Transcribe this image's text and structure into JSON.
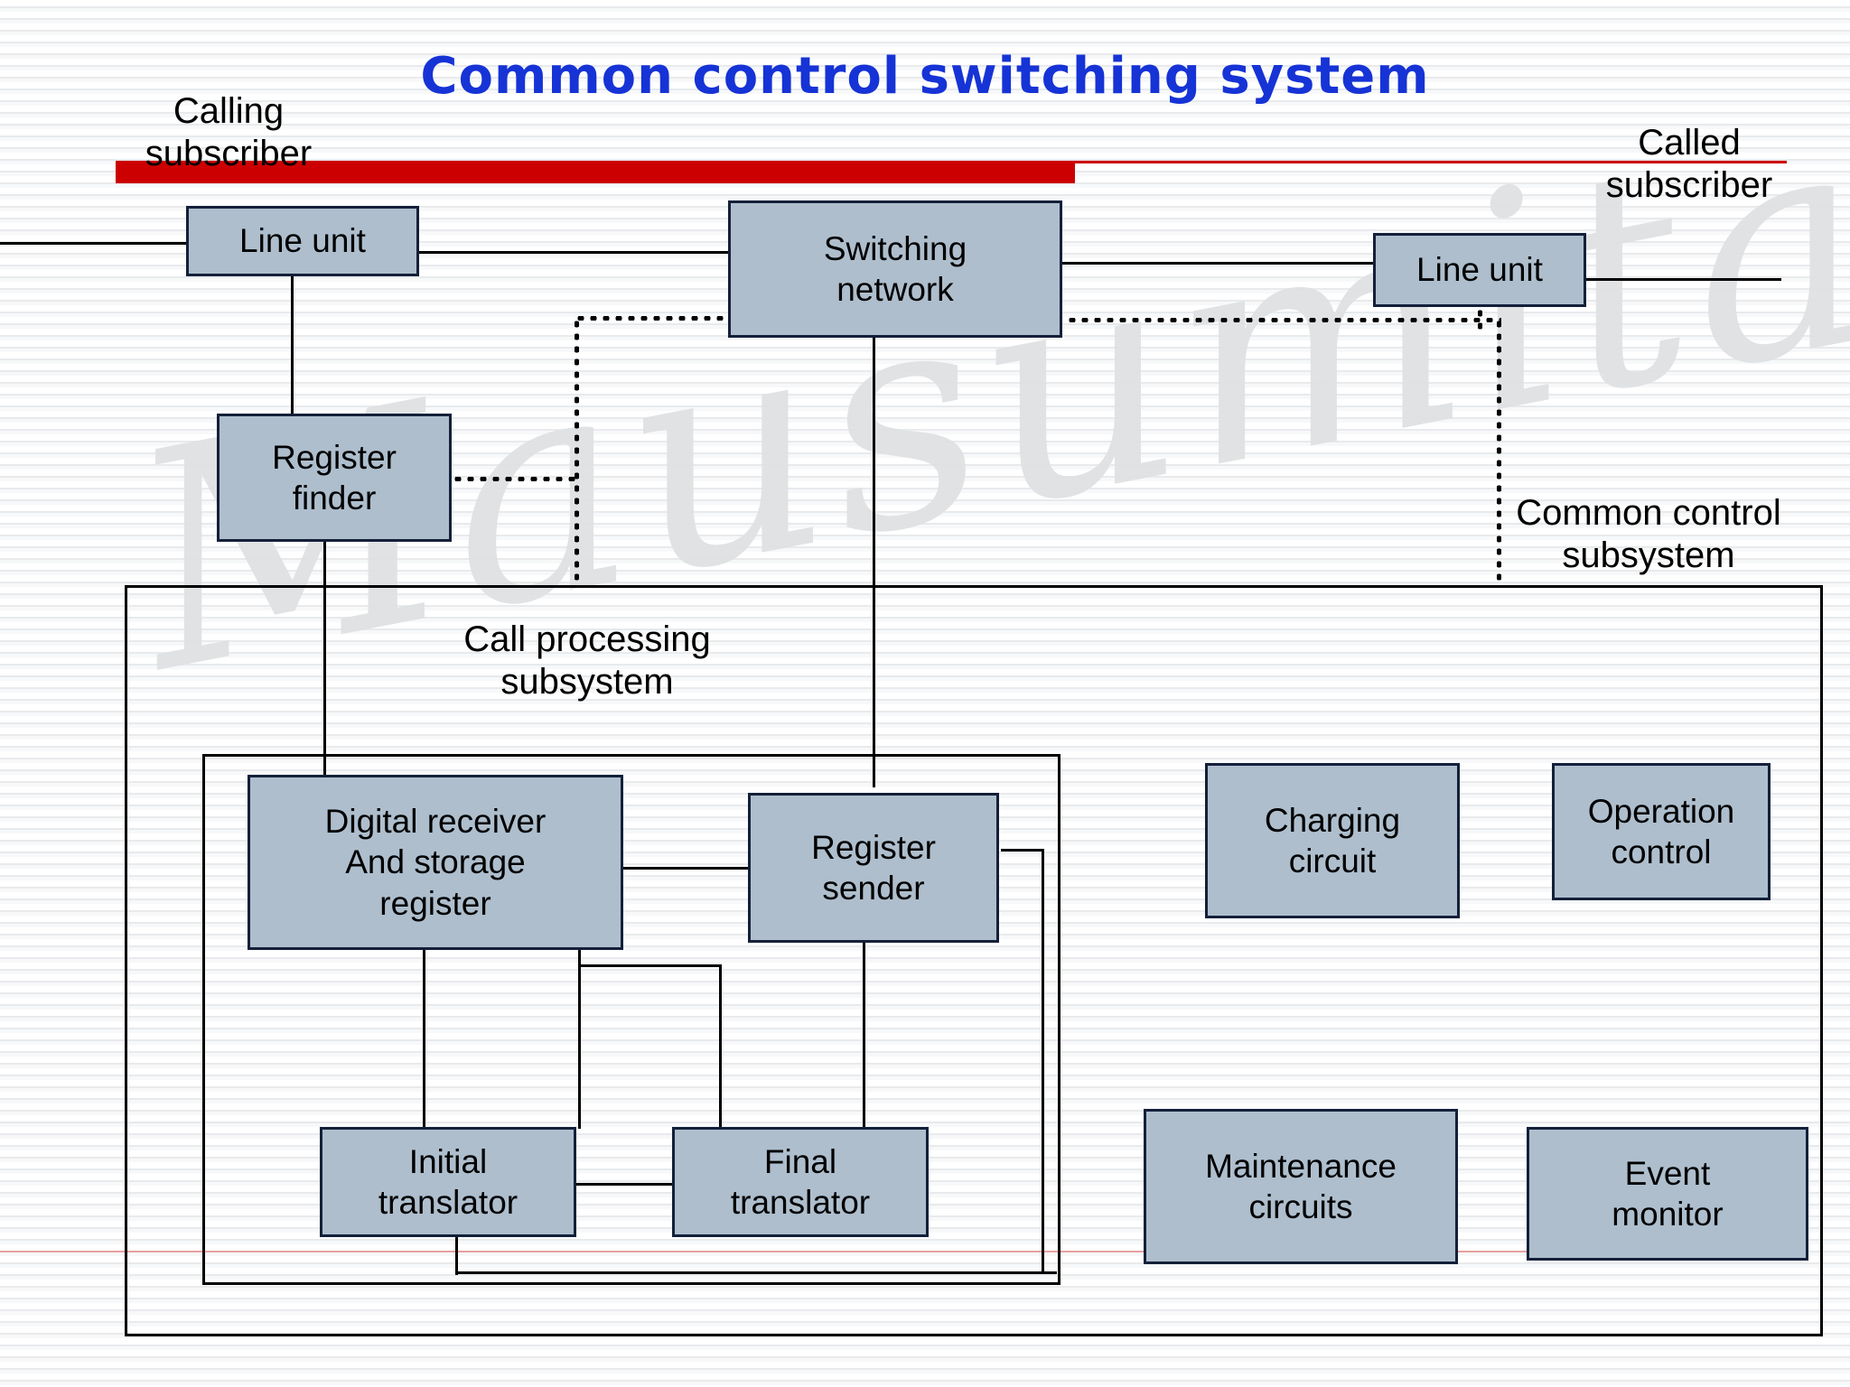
{
  "title": "Common control switching system",
  "colors": {
    "title_blue": "#1633d6",
    "box_fill": "#aebecd",
    "box_border": "#14203a",
    "accent_red": "#cc0000",
    "line_black": "#000000"
  },
  "captions": {
    "calling_subscriber": "Calling\nsubscriber",
    "called_subscriber": "Called\nsubscriber",
    "common_control_subsystem": "Common control\nsubsystem",
    "call_processing_subsystem": "Call processing\nsubsystem"
  },
  "watermark": "Mausumita Tanhx",
  "nodes": [
    {
      "id": "line-unit-left",
      "label": "Line unit"
    },
    {
      "id": "switching-network",
      "label": "Switching\nnetwork"
    },
    {
      "id": "line-unit-right",
      "label": "Line unit"
    },
    {
      "id": "register-finder",
      "label": "Register\nfinder"
    },
    {
      "id": "digital-receiver",
      "label": "Digital receiver\nAnd storage\nregister"
    },
    {
      "id": "register-sender",
      "label": "Register\nsender"
    },
    {
      "id": "initial-translator",
      "label": "Initial\ntranslator"
    },
    {
      "id": "final-translator",
      "label": "Final\ntranslator"
    },
    {
      "id": "charging-circuit",
      "label": "Charging\ncircuit"
    },
    {
      "id": "operation-control",
      "label": "Operation\ncontrol"
    },
    {
      "id": "maintenance-circuits",
      "label": "Maintenance\ncircuits"
    },
    {
      "id": "event-monitor",
      "label": "Event\nmonitor"
    }
  ]
}
